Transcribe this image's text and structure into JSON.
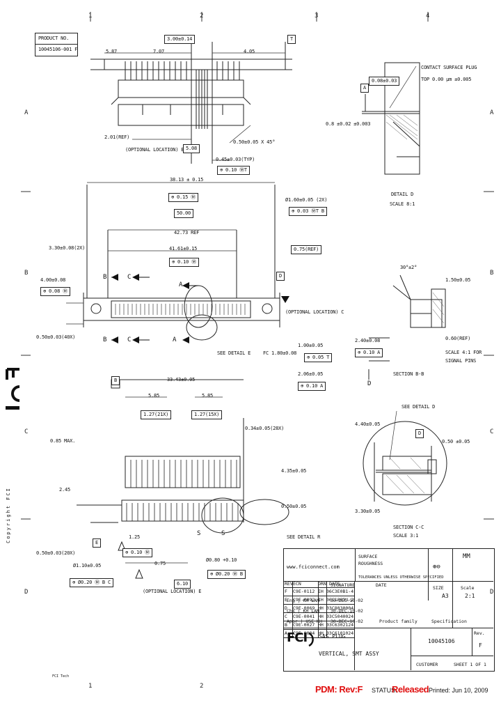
{
  "zones": {
    "columns": [
      "1",
      "2",
      "3",
      "4"
    ],
    "rows": [
      "A",
      "B",
      "C",
      "D"
    ]
  },
  "part_no_box": {
    "label": "PRODUCT NO.",
    "value": "10045106-001 F"
  },
  "top_view": {
    "datum_box_top": "3.00±0.14",
    "datum_letter_top": "T",
    "dim_left": "5.87",
    "dim_mid": "7.07",
    "dim_right": "4.05",
    "dim_201": "2.01(REF)",
    "opt_location": "(OPTIONAL LOCATION) E",
    "dim_508": "5.08",
    "dim_chamfer": "0.50±0.05 X 45°",
    "dim_045": "0.45±0.03(TYP)",
    "pos_010": "⊕ 0.10 ⓂT"
  },
  "detail_view": {
    "leader": "CONTACT SURFACE PLUG",
    "leader_2": "TOP 0.00 μm ±0.005",
    "flat_box": "0.08±0.03",
    "flat_letter": "A",
    "callout": "0.8 ±0.02 ±0.003",
    "label": "DETAIL D",
    "scale": "SCALE 8:1"
  },
  "plan_view": {
    "dim_overall": "38.13 ± 0.15",
    "pos_overall": "⊕ 0.15 Ⓜ",
    "dim_5000": "50.00",
    "dim_4273": "42.73 REF",
    "dim_4161": "41.61±0.15",
    "pos_010": "⊕ 0.10 Ⓜ",
    "dim_330": "3.30±0.08(2X)",
    "dim_400": "4.00±0.08",
    "pos_008": "⊕ 0.08 Ⓜ",
    "dim_0502": "0.50±0.03(40X)",
    "dim_hole": "Ø1.60±0.05 (2X)",
    "pos_hole": "⊕ 0.03 ⓂT B",
    "dim_075": "0.75(REF)",
    "opt_loc_right": "(OPTIONAL LOCATION) C",
    "see_detail": "SEE DETAIL E",
    "fc_dim": "FC 1.80±0.08",
    "letter_b": "B",
    "letter_c": "C",
    "letter_a": "A",
    "letter_d": "D"
  },
  "section_bb": {
    "angle": "30°±2°",
    "dim_top": "1.50±0.05",
    "dim_015": "0.60(REF)",
    "dim_left_1": "2.40±0.08",
    "pos_left": "⊕ 0.10 A",
    "dim_left_2": "2.06±0.05",
    "pos_left_2": "⊕ 0.10 A",
    "dim_pos": "1.00±0.05",
    "pos_2": "⊕ 0.05 T",
    "label": "SECTION B-B",
    "note_1": "SCALE 4:1 FOR",
    "note_2": "SIGNAL PINS",
    "letter_d": "D"
  },
  "front_view": {
    "datum_b": "B",
    "dim_overall": "33.43±0.05",
    "dim_left": "5.85",
    "dim_right": "5.85",
    "box_left": "1.27(21X)",
    "box_right": "1.27(15X)",
    "dim_085": "0.85 MAX.",
    "dim_0345": "0.34±0.05(28X)",
    "dim_435": "4.35±0.05",
    "dim_245": "2.45",
    "dim_050": "0.50±0.05",
    "see_detail_r": "SEE DETAIL R",
    "letter_s": "S",
    "letter_s2": "S",
    "dim_050_2": "0.50±0.03(20X)",
    "dim_125": "1.25",
    "dim_phi": "Ø1.10±0.05",
    "pos_phi": "⊕ Ø0.20 Ⓜ B C",
    "dim_075": "0.75",
    "pos_075": "⊕ 0.10 Ⓜ",
    "dim_610": "6.10",
    "dim_phi_2": "Ø0.80 +0.10",
    "pos_phi_2": "⊕ Ø0.20 Ⓜ B",
    "opt_loc": "(OPTIONAL LOCATION) E",
    "letter_e": "E"
  },
  "section_cc": {
    "see_detail": "SEE DETAIL D",
    "dim_440": "4.40±0.05",
    "dim_right": "0.50 ±0.05",
    "dim_330": "3.30±0.05",
    "letter_d": "D",
    "label": "SECTION C-C",
    "scale": "SCALE 3:1"
  },
  "tolerance_block": {
    "company": "www.fciconnect.com",
    "surface": "SURFACE",
    "roughness": "ROUGHNESS",
    "note": "TOLERANCES UNLESS OTHERWISE SPECIFIED",
    "units": "MM",
    "projection": "⊕⊖"
  },
  "revisions": {
    "header": [
      "REV",
      "ECN",
      "DRN",
      "DATE"
    ],
    "rows": [
      [
        "F",
        "C9E-0112",
        "IH",
        "06C3E0B1-4"
      ],
      [
        "E",
        "C9E-0092",
        "IH",
        "06C1003U-2"
      ],
      [
        "D",
        "C9E-0069",
        "HH",
        "03C8030004"
      ],
      [
        "C",
        "C9E-0041",
        "HH",
        "03C5040024"
      ],
      [
        "B",
        "C9E-0027",
        "HH",
        "03C6302124"
      ],
      [
        "A",
        "C9E-0004",
        "HH",
        "03C6101024"
      ]
    ]
  },
  "signatures": {
    "rows": [
      [
        "SIGNATURE",
        "DATE"
      ],
      [
        "Eng | KH LAM",
        "30-DEC-10-02"
      ],
      [
        "Chk | KH LAM",
        "30-DEC-10-02"
      ],
      [
        "Appr | USE KH",
        "30-DEC-10-02"
      ]
    ],
    "size_label": "SIZE",
    "size_value": "A3",
    "scale_label": "Scale",
    "scale_value": "2:1",
    "product_family": "Product family",
    "spec": "Specification"
  },
  "title_block": {
    "title_1": "SAS PLUG",
    "title_2": "VERTICAL, SMT ASSY",
    "part_no": "10045106",
    "rev_label": "Rev.",
    "rev_value": "F",
    "customer": "CUSTOMER",
    "sheet": "SHEET 1 OF 1",
    "company_name": "FCI"
  },
  "copyright": "Copyright FCI",
  "footer_left": "FCI Tech",
  "status_bar": {
    "pdm_label": "PDM: Rev:F",
    "status_label": "STATUS:",
    "status_value": "Released",
    "printed": "Printed: Jun 10, 2009"
  },
  "colors": {
    "pdm": "#e01010",
    "status": "#e01010",
    "ink": "#111111"
  }
}
